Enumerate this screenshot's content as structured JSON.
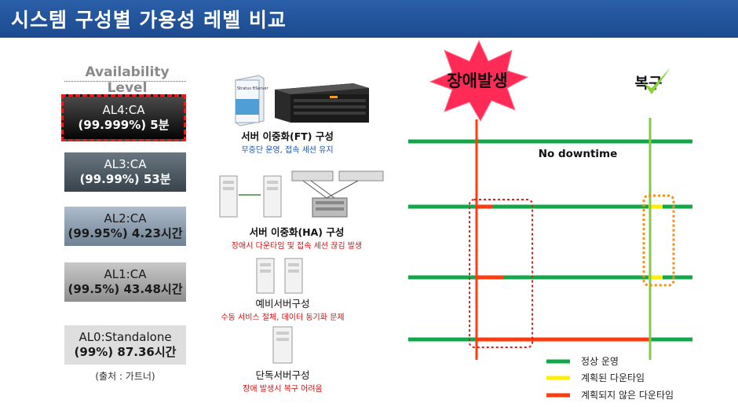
{
  "title": "시스템 구성별 가용성 레벨 비교",
  "availability": {
    "heading": "Availability Level",
    "levels": [
      {
        "name": "AL4:CA",
        "value": "(99.999%) 5분"
      },
      {
        "name": "AL3:CA",
        "value": "(99.99%) 53분"
      },
      {
        "name": "AL2:CA",
        "value": "(99.95%) 4.23시간"
      },
      {
        "name": "AL1:CA",
        "value": "(99.5%) 43.48시간"
      },
      {
        "name": "AL0:Standalone",
        "value": "(99%) 87.36시간"
      }
    ],
    "source": "(출처 : 가트너)"
  },
  "configs": [
    {
      "title": "서버 이중화(FT) 구성",
      "subtitle": "무중단 운영, 접속 세션 유지",
      "subtitle_color": "#1a4fa0"
    },
    {
      "title": "서버 이중화(HA) 구성",
      "subtitle": "장애시 다운타임 및 접속 세션 끊김 발생",
      "subtitle_color": "#d01010"
    },
    {
      "title": "예비서버구성",
      "subtitle": "수동 서비스 절체, 데이터 동기화 문제",
      "subtitle_color": "#d01010"
    },
    {
      "title": "단독서버구성",
      "subtitle": "장애 발생시 복구 어려움",
      "subtitle_color": "#d01010"
    }
  ],
  "product_label": "Stratus ftServer",
  "timeline": {
    "failure_label": "장애발생",
    "recovery_label": "복구",
    "no_downtime_label": "No downtime",
    "colors": {
      "normal": "#12a84a",
      "planned": "#ffee00",
      "unplanned": "#ff3b0f",
      "failure_line": "#ff3b0f",
      "recovery_line": "#86c94a"
    },
    "legend": [
      {
        "label": "정상 운영",
        "color": "#12a84a"
      },
      {
        "label": "계획된 다운타임",
        "color": "#ffee00"
      },
      {
        "label": "계획되지 않은 다운타임",
        "color": "#ff3b0f"
      }
    ]
  }
}
